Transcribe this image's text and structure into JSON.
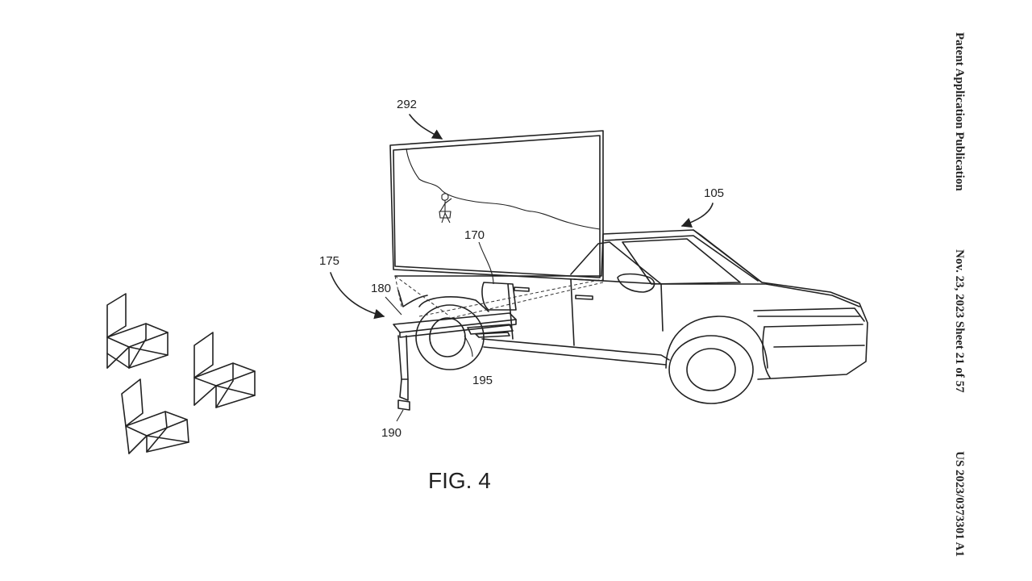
{
  "header": {
    "publication_type": "Patent Application Publication",
    "date_sheet": "Nov. 23, 2023  Sheet 21 of 57",
    "number": "US 2023/0373301 A1"
  },
  "figure": {
    "caption": "FIG. 4",
    "refs": {
      "r292": "292",
      "r105": "105",
      "r175": "175",
      "r170": "170",
      "r180": "180",
      "r195": "195",
      "r190": "190"
    }
  },
  "colors": {
    "ink": "#222222",
    "background": "#ffffff"
  }
}
